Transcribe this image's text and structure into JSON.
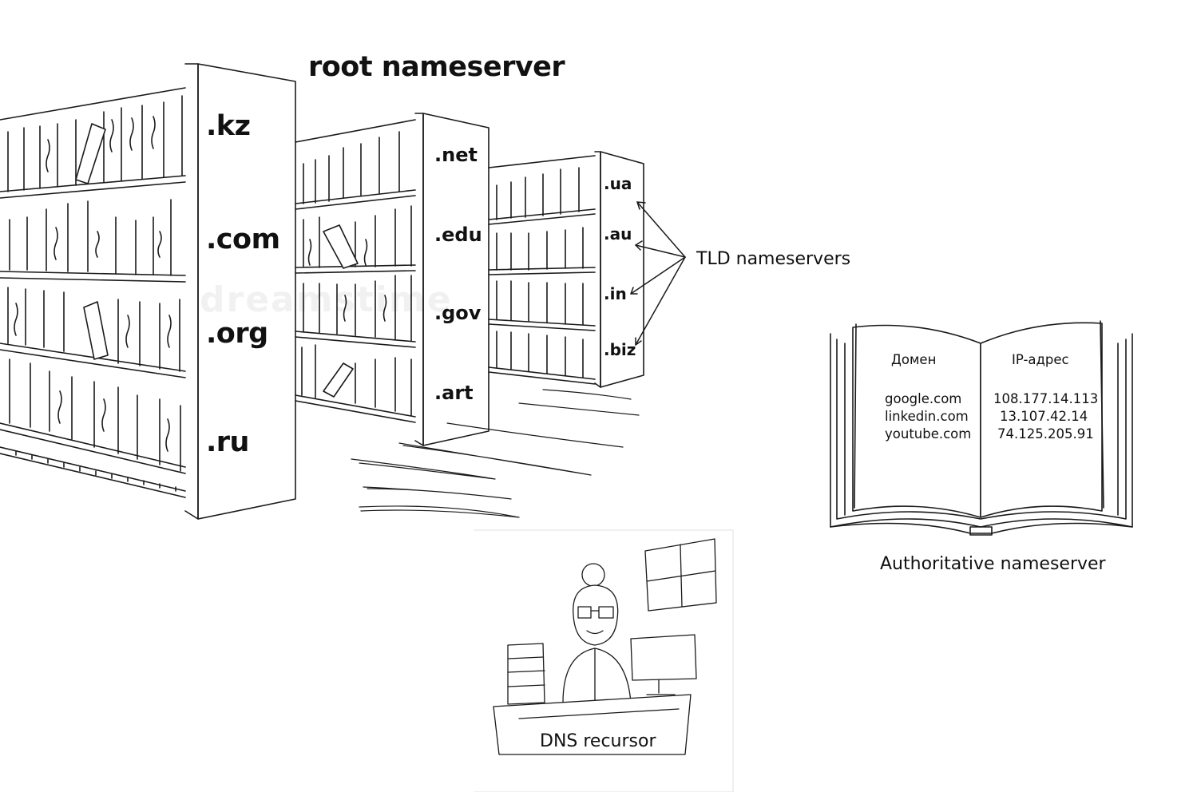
{
  "root_nameserver": {
    "title": "root nameserver",
    "shelf_1_labels": [
      ".kz",
      ".com",
      ".org",
      ".ru"
    ],
    "shelf_2_labels": [
      ".net",
      ".edu",
      ".gov",
      ".art"
    ]
  },
  "tld_nameservers": {
    "label": "TLD nameservers",
    "shelf_3_labels": [
      ".ua",
      ".au",
      ".in",
      ".biz"
    ]
  },
  "authoritative_nameserver": {
    "label": "Authoritative nameserver",
    "book": {
      "header_domain": "Домен",
      "header_ip": "IP-адрес",
      "rows": [
        {
          "domain": "google.com",
          "ip": "108.177.14.113"
        },
        {
          "domain": "linkedin.com",
          "ip": "13.107.42.14"
        },
        {
          "domain": "youtube.com",
          "ip": "74.125.205.91"
        }
      ]
    }
  },
  "dns_recursor": {
    "label": "DNS recursor"
  },
  "watermark": "dreamstime"
}
